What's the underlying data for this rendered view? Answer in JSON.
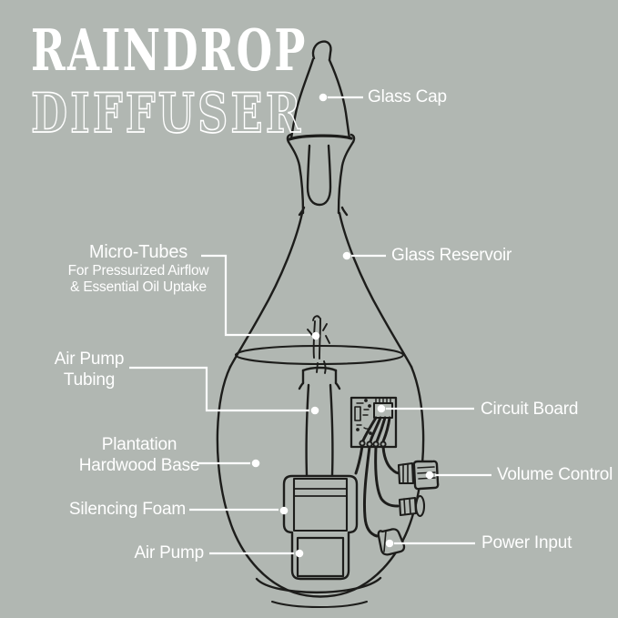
{
  "colors": {
    "background": "#b1b7b2",
    "ink": "#1d1d1b",
    "label": "#ffffff"
  },
  "title": {
    "line1": "RAINDROP",
    "line2": "DIFFUSER"
  },
  "annotations": {
    "glass_cap": {
      "label": "Glass Cap"
    },
    "glass_reservoir": {
      "label": "Glass Reservoir"
    },
    "micro_tubes": {
      "label": "Micro-Tubes",
      "sub1": "For Pressurized Airflow",
      "sub2": "& Essential Oil Uptake"
    },
    "air_pump_tubing": {
      "line1": "Air Pump",
      "line2": "Tubing"
    },
    "circuit_board": {
      "label": "Circuit Board"
    },
    "plantation_base": {
      "line1": "Plantation",
      "line2": "Hardwood Base"
    },
    "volume_control": {
      "label": "Volume Control"
    },
    "silencing_foam": {
      "label": "Silencing Foam"
    },
    "power_input": {
      "label": "Power Input"
    },
    "air_pump": {
      "label": "Air Pump"
    }
  }
}
